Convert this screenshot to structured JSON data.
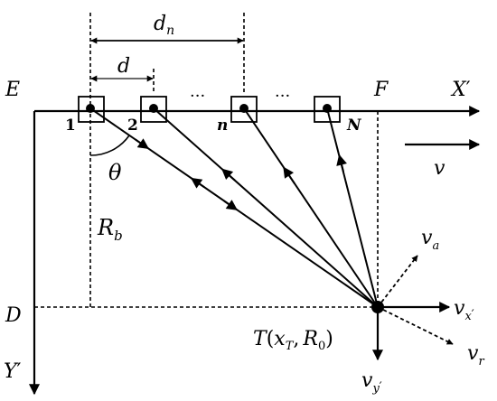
{
  "labels": {
    "E": "E",
    "F": "F",
    "D": "D",
    "X": "X",
    "X_prime": "′",
    "Y": "Y",
    "Y_prime": "′",
    "d": "d",
    "dn_main": "d",
    "dn_sub": "n",
    "theta": "θ",
    "Rb_main": "R",
    "Rb_sub": "b",
    "v": "v",
    "ant1": "1",
    "ant2": "2",
    "antn": "n",
    "antN": "N",
    "dots1": "···",
    "dots2": "···",
    "T_main": "T",
    "T_paren_open": "(",
    "T_x": "x",
    "T_xsub": "T",
    "T_comma": ",",
    "T_R": "R",
    "T_Rsub": "0",
    "T_paren_close": ")",
    "va_main": "v",
    "va_sub": "a",
    "vx_main": "v",
    "vx_sub": "x",
    "vx_prime": "′",
    "vr_main": "v",
    "vr_sub": "r",
    "vy_main": "v",
    "vy_sub": "y",
    "vy_prime": "′"
  }
}
